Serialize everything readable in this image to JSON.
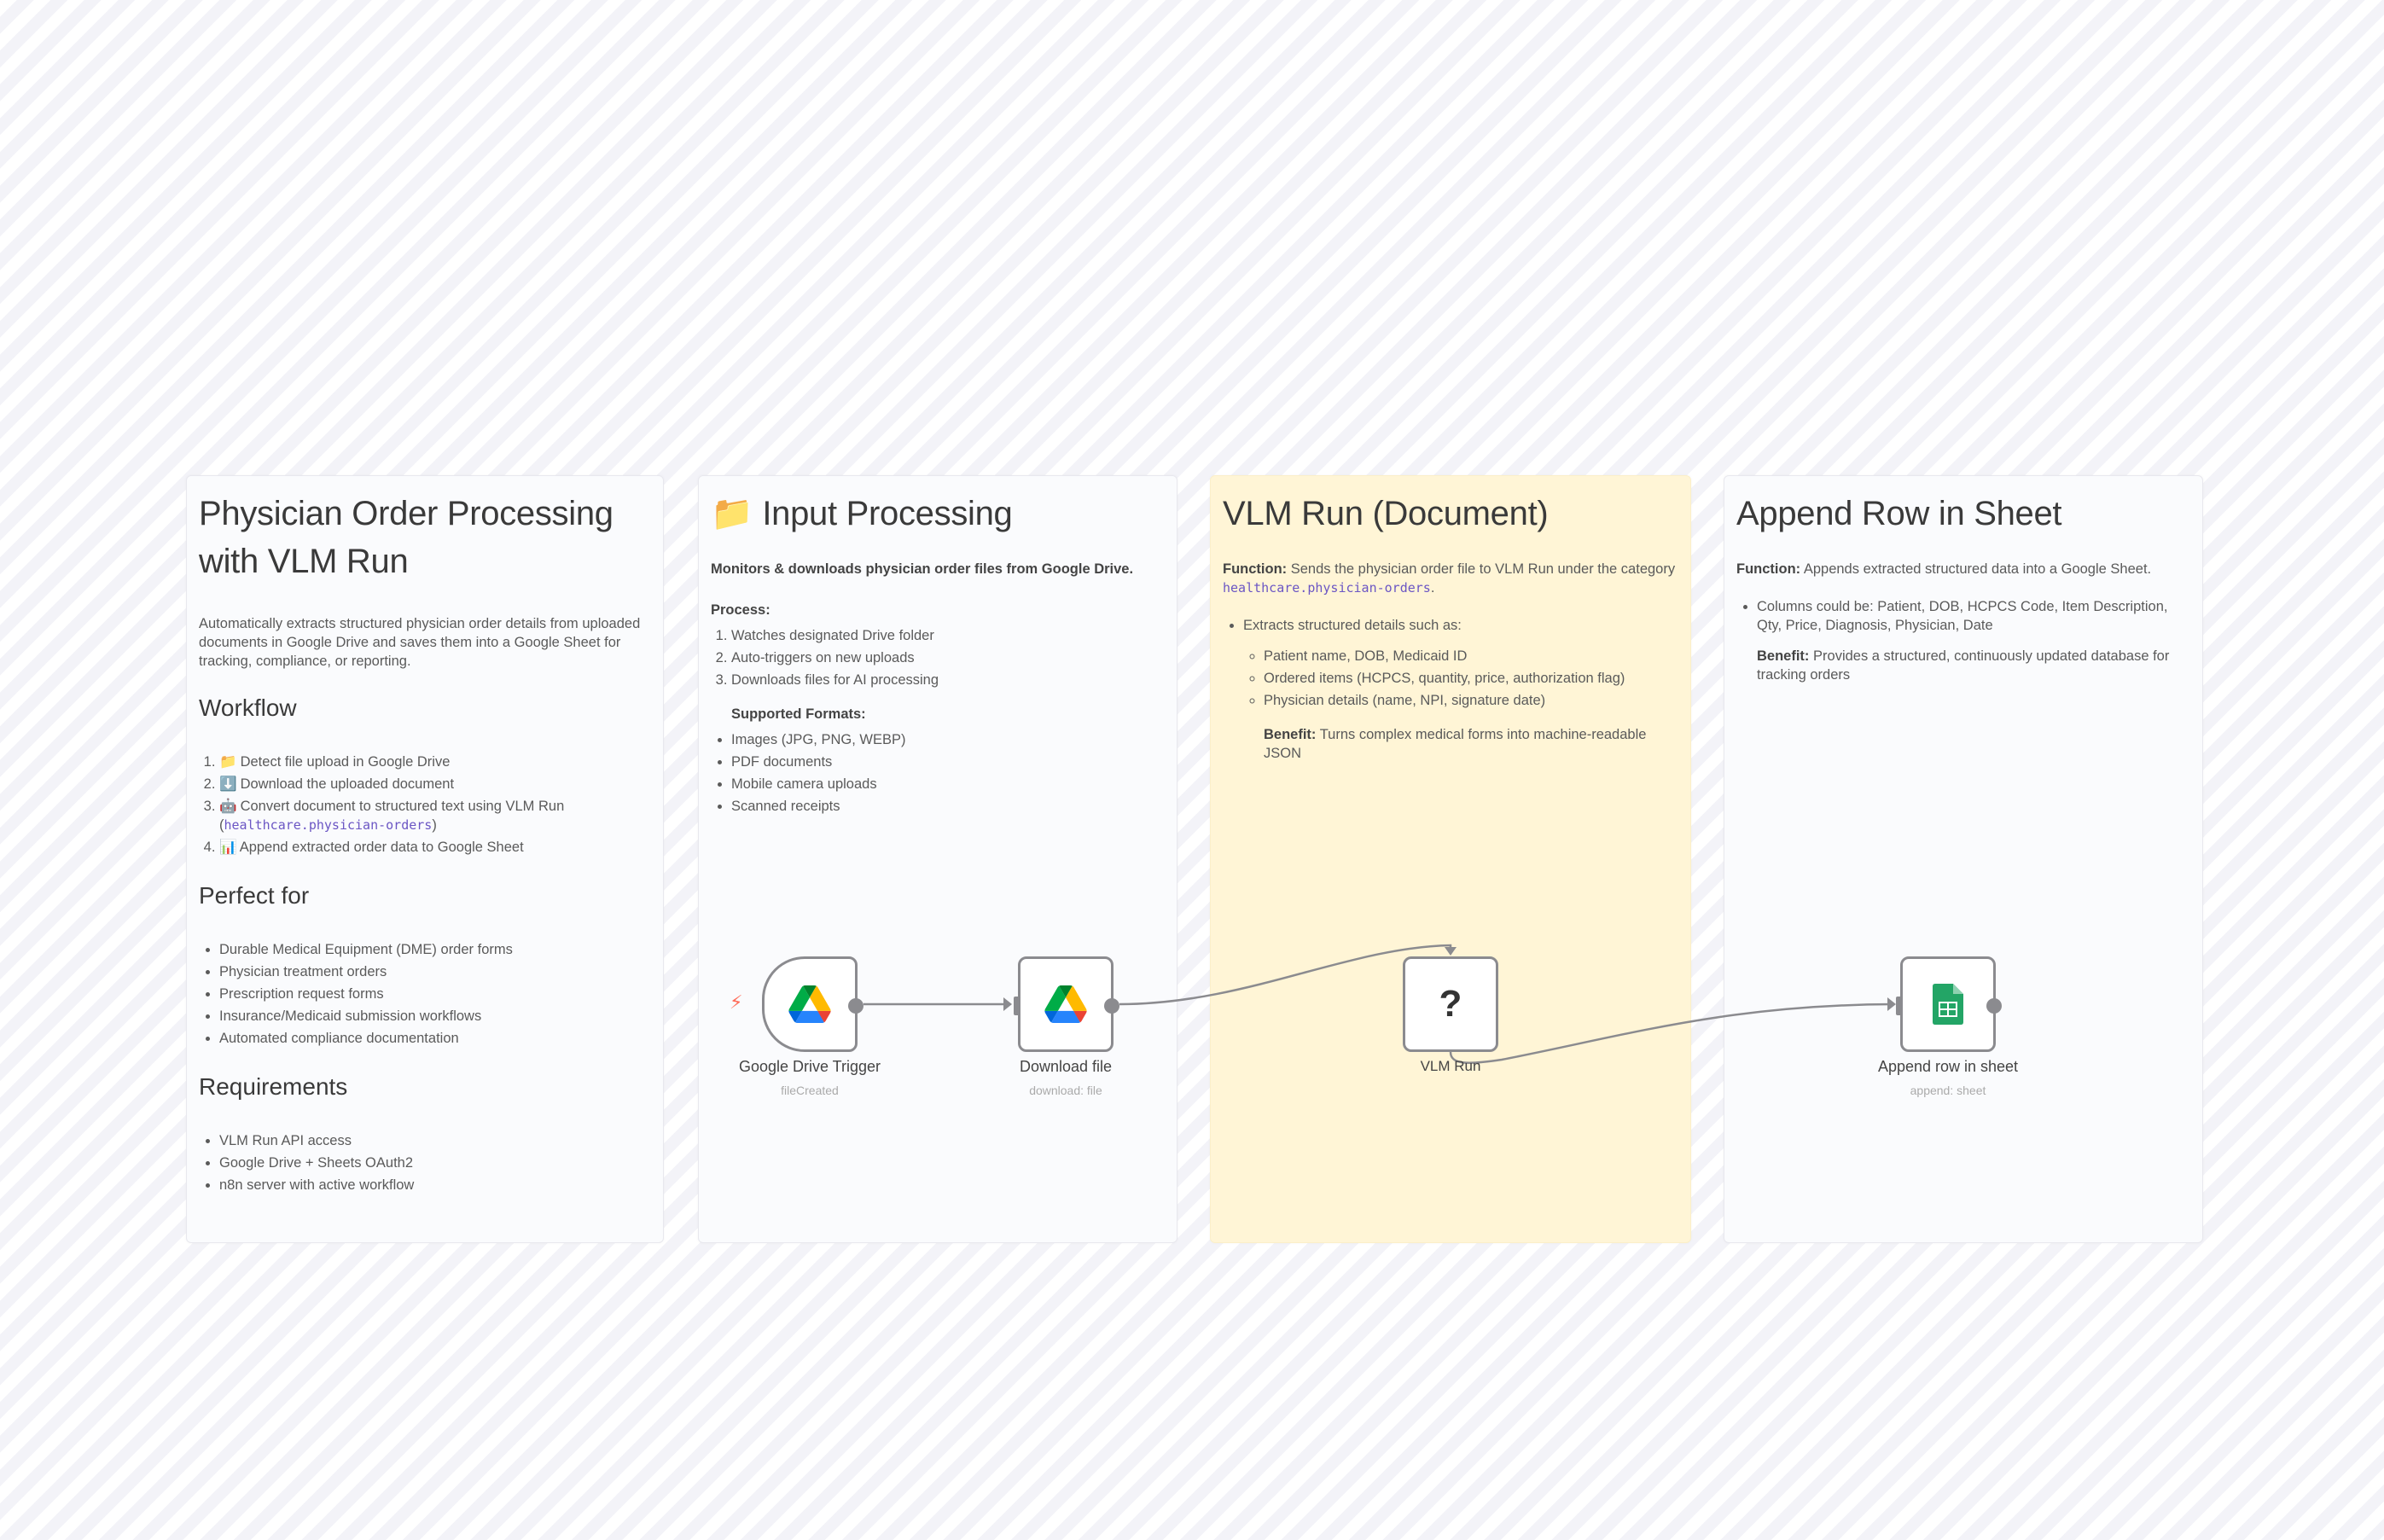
{
  "panels": {
    "overview": {
      "title": "Physician Order Processing with VLM Run",
      "description": "Automatically extracts structured physician order details from uploaded documents in Google Drive and saves them into a Google Sheet for tracking, compliance, or reporting.",
      "workflow_heading": "Workflow",
      "workflow_steps": [
        {
          "icon": "📁",
          "icon_name": "folder-icon",
          "text": "Detect file upload in Google Drive"
        },
        {
          "icon": "⬇️",
          "icon_name": "download-icon",
          "text": "Download the uploaded document"
        },
        {
          "icon": "🤖",
          "icon_name": "robot-icon",
          "text": "Convert document to structured text using VLM Run",
          "code": "healthcare.physician-orders"
        },
        {
          "icon": "📊",
          "icon_name": "chart-icon",
          "text": "Append extracted order data to Google Sheet"
        }
      ],
      "perfect_for_heading": "Perfect for",
      "perfect_for": [
        "Durable Medical Equipment (DME) order forms",
        "Physician treatment orders",
        "Prescription request forms",
        "Insurance/Medicaid submission workflows",
        "Automated compliance documentation"
      ],
      "requirements_heading": "Requirements",
      "requirements": [
        "VLM Run API access",
        "Google Drive + Sheets OAuth2",
        "n8n server with active workflow"
      ]
    },
    "input": {
      "title_icon": "📁",
      "title": "Input Processing",
      "lead": "Monitors & downloads physician order files from Google Drive.",
      "process_label": "Process:",
      "process_steps": [
        "Watches designated Drive folder",
        "Auto-triggers on new uploads",
        "Downloads files for AI processing"
      ],
      "formats_label": "Supported Formats:",
      "formats": [
        "Images (JPG, PNG, WEBP)",
        "PDF documents",
        "Mobile camera uploads",
        "Scanned receipts"
      ]
    },
    "vlm": {
      "title": "VLM Run (Document)",
      "function_label": "Function:",
      "function_text": "Sends the physician order file to VLM Run under the category",
      "function_code": "healthcare.physician-orders",
      "function_end": ".",
      "extracts": "Extracts structured details such as:",
      "details": [
        "Patient name, DOB, Medicaid ID",
        "Ordered items (HCPCS, quantity, price, authorization flag)",
        "Physician details (name, NPI, signature date)"
      ],
      "benefit_label": "Benefit:",
      "benefit_text": "Turns complex medical forms into machine-readable JSON",
      "color": "#fff5d6"
    },
    "append": {
      "title": "Append Row in Sheet",
      "function_label": "Function:",
      "function_text": "Appends extracted structured data into a Google Sheet.",
      "columns": "Columns could be: Patient, DOB, HCPCS Code, Item Description, Qty, Price, Diagnosis, Physician, Date",
      "benefit_label": "Benefit:",
      "benefit_text": "Provides a structured, continuously updated database for tracking orders"
    }
  },
  "nodes": [
    {
      "id": "drive-trigger",
      "label": "Google Drive Trigger",
      "subtitle": "fileCreated",
      "icon": "google-drive-icon"
    },
    {
      "id": "download-file",
      "label": "Download file",
      "subtitle": "download: file",
      "icon": "google-drive-icon"
    },
    {
      "id": "vlm-run",
      "label": "VLM Run",
      "subtitle": "",
      "icon": "?"
    },
    {
      "id": "append-row",
      "label": "Append row in sheet",
      "subtitle": "append: sheet",
      "icon": "google-sheets-icon"
    }
  ],
  "connections": [
    [
      "drive-trigger",
      "download-file"
    ],
    [
      "download-file",
      "vlm-run"
    ],
    [
      "vlm-run",
      "append-row"
    ]
  ],
  "colors": {
    "accent_code": "#6b56c4",
    "trigger_bolt": "#ff6d5a",
    "sheets_green": "#23a566"
  }
}
